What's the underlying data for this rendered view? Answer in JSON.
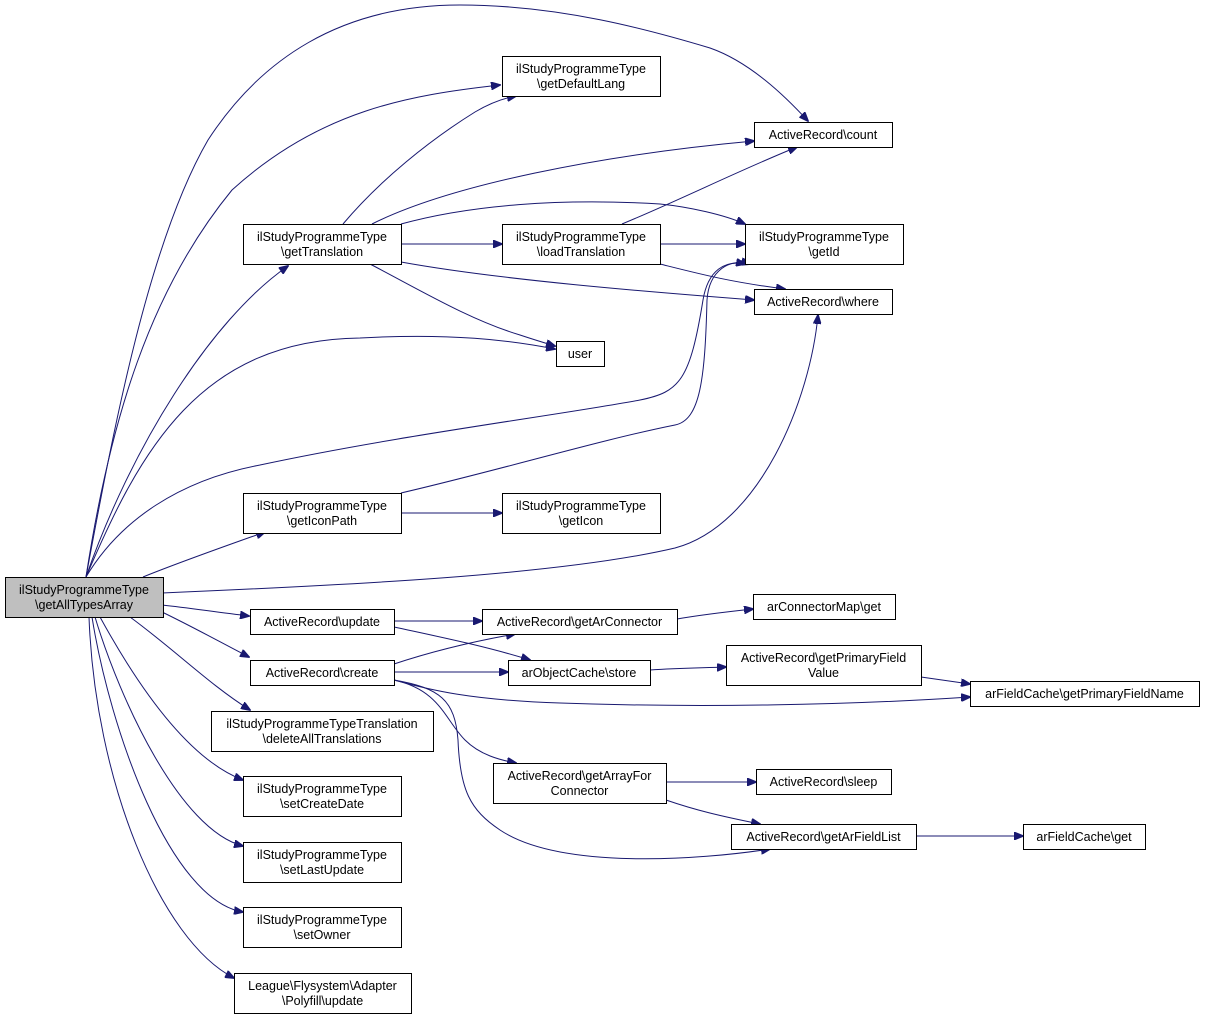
{
  "nodes": [
    {
      "id": "root",
      "lines": [
        "ilStudyProgrammeType",
        "\\getAllTypesArray"
      ]
    },
    {
      "id": "getDefaultLang",
      "lines": [
        "ilStudyProgrammeType",
        "\\getDefaultLang"
      ]
    },
    {
      "id": "count",
      "lines": [
        "ActiveRecord\\count"
      ]
    },
    {
      "id": "getTranslation",
      "lines": [
        "ilStudyProgrammeType",
        "\\getTranslation"
      ]
    },
    {
      "id": "loadTranslation",
      "lines": [
        "ilStudyProgrammeType",
        "\\loadTranslation"
      ]
    },
    {
      "id": "getId",
      "lines": [
        "ilStudyProgrammeType",
        "\\getId"
      ]
    },
    {
      "id": "where",
      "lines": [
        "ActiveRecord\\where"
      ]
    },
    {
      "id": "user",
      "lines": [
        "user"
      ]
    },
    {
      "id": "getIconPath",
      "lines": [
        "ilStudyProgrammeType",
        "\\getIconPath"
      ]
    },
    {
      "id": "getIcon",
      "lines": [
        "ilStudyProgrammeType",
        "\\getIcon"
      ]
    },
    {
      "id": "update",
      "lines": [
        "ActiveRecord\\update"
      ]
    },
    {
      "id": "getArConnector",
      "lines": [
        "ActiveRecord\\getArConnector"
      ]
    },
    {
      "id": "arConnectorMapGet",
      "lines": [
        "arConnectorMap\\get"
      ]
    },
    {
      "id": "create",
      "lines": [
        "ActiveRecord\\create"
      ]
    },
    {
      "id": "store",
      "lines": [
        "arObjectCache\\store"
      ]
    },
    {
      "id": "getPrimaryFieldValue",
      "lines": [
        "ActiveRecord\\getPrimaryField",
        "Value"
      ]
    },
    {
      "id": "getPrimaryFieldName",
      "lines": [
        "arFieldCache\\getPrimaryFieldName"
      ]
    },
    {
      "id": "deleteAllTranslations",
      "lines": [
        "ilStudyProgrammeTypeTranslation",
        "\\deleteAllTranslations"
      ]
    },
    {
      "id": "getArrayForConnector",
      "lines": [
        "ActiveRecord\\getArrayFor",
        "Connector"
      ]
    },
    {
      "id": "sleep",
      "lines": [
        "ActiveRecord\\sleep"
      ]
    },
    {
      "id": "getArFieldList",
      "lines": [
        "ActiveRecord\\getArFieldList"
      ]
    },
    {
      "id": "arFieldCacheGet",
      "lines": [
        "arFieldCache\\get"
      ]
    },
    {
      "id": "setCreateDate",
      "lines": [
        "ilStudyProgrammeType",
        "\\setCreateDate"
      ]
    },
    {
      "id": "setLastUpdate",
      "lines": [
        "ilStudyProgrammeType",
        "\\setLastUpdate"
      ]
    },
    {
      "id": "setOwner",
      "lines": [
        "ilStudyProgrammeType",
        "\\setOwner"
      ]
    },
    {
      "id": "polyfillUpdate",
      "lines": [
        "League\\Flysystem\\Adapter",
        "\\Polyfill\\update"
      ]
    }
  ],
  "edges": [
    [
      "root",
      "count"
    ],
    [
      "root",
      "getDefaultLang"
    ],
    [
      "root",
      "getTranslation"
    ],
    [
      "root",
      "user"
    ],
    [
      "root",
      "getId"
    ],
    [
      "root",
      "getIconPath"
    ],
    [
      "root",
      "where"
    ],
    [
      "root",
      "update"
    ],
    [
      "root",
      "create"
    ],
    [
      "root",
      "deleteAllTranslations"
    ],
    [
      "root",
      "setCreateDate"
    ],
    [
      "root",
      "setLastUpdate"
    ],
    [
      "root",
      "setOwner"
    ],
    [
      "root",
      "polyfillUpdate"
    ],
    [
      "getTranslation",
      "getDefaultLang"
    ],
    [
      "getTranslation",
      "count"
    ],
    [
      "getTranslation",
      "getId"
    ],
    [
      "getTranslation",
      "loadTranslation"
    ],
    [
      "getTranslation",
      "where"
    ],
    [
      "getTranslation",
      "user"
    ],
    [
      "loadTranslation",
      "count"
    ],
    [
      "loadTranslation",
      "getId"
    ],
    [
      "loadTranslation",
      "where"
    ],
    [
      "getIconPath",
      "getId"
    ],
    [
      "getIconPath",
      "getIcon"
    ],
    [
      "update",
      "getArConnector"
    ],
    [
      "update",
      "store"
    ],
    [
      "create",
      "getArConnector"
    ],
    [
      "create",
      "store"
    ],
    [
      "create",
      "getPrimaryFieldName"
    ],
    [
      "create",
      "getArrayForConnector"
    ],
    [
      "create",
      "getArFieldList"
    ],
    [
      "getArConnector",
      "arConnectorMapGet"
    ],
    [
      "store",
      "getPrimaryFieldValue"
    ],
    [
      "getPrimaryFieldValue",
      "getPrimaryFieldName"
    ],
    [
      "getArrayForConnector",
      "sleep"
    ],
    [
      "getArrayForConnector",
      "getArFieldList"
    ],
    [
      "getArFieldList",
      "arFieldCacheGet"
    ]
  ]
}
